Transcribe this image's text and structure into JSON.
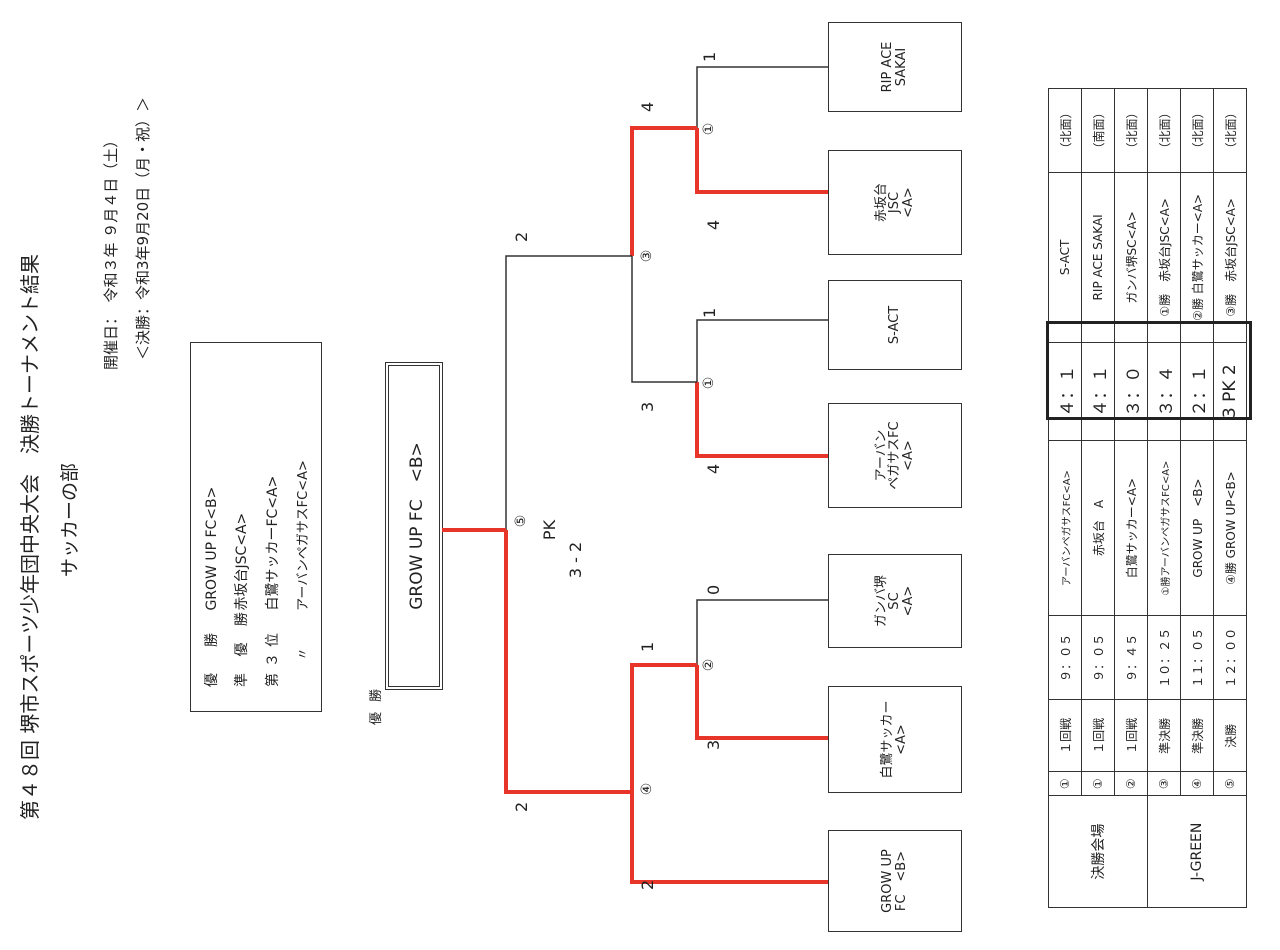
{
  "header": {
    "title": "第４８回 堺市スポーツ少年団中央大会　決勝トーナメント結果",
    "subtitle": "サッカーの部",
    "date_line": "開催日：　令和３年 ９月４日（土）",
    "final_date_line": "＜決勝：令和3年9月20日（月・祝）＞"
  },
  "summary": {
    "rows": [
      {
        "rank": "優　勝",
        "team": "GROW UP FC<B>"
      },
      {
        "rank": "準 優 勝",
        "team": "赤坂台JSC<A>"
      },
      {
        "rank": "第３位",
        "team": "白鷺サッカーFC<A>"
      },
      {
        "rank": "〃",
        "team": "アーバンペガサスFC<A>"
      }
    ]
  },
  "champion": {
    "label": "優 勝",
    "team": "GROW UP FC　<B>"
  },
  "final_pk": {
    "label": "PK",
    "score": "3 - 2"
  },
  "teams": [
    {
      "id": "rip",
      "lines": [
        "RIP ACE",
        "SAKAI"
      ]
    },
    {
      "id": "akasakadai",
      "lines": [
        "赤坂台",
        "JSC",
        "<A>"
      ]
    },
    {
      "id": "sact",
      "lines": [
        "S-ACT"
      ]
    },
    {
      "id": "urban",
      "lines": [
        "アーバン",
        "ペガサスFC",
        "<A>"
      ]
    },
    {
      "id": "ganba",
      "lines": [
        "ガンバ堺",
        "SC",
        "<A>"
      ]
    },
    {
      "id": "shirasagi",
      "lines": [
        "白鷺サッカー",
        "<A>"
      ]
    },
    {
      "id": "growup",
      "lines": [
        "GROW UP",
        "FC　<B>"
      ]
    }
  ],
  "bracket": {
    "match_labels": {
      "m1a": "①",
      "m1b": "①",
      "m2": "②",
      "m3": "③",
      "m4": "④",
      "m5": "⑤"
    },
    "scores": {
      "rip": "1",
      "akasakadai": "4",
      "sact": "1",
      "urban": "4",
      "ganba": "0",
      "shirasagi": "3",
      "growup": "2",
      "m3_top": "4",
      "m3_bottom": "3",
      "m4_top": "1",
      "m4_bottom": "2",
      "final_top": "2",
      "final_bottom": "2"
    },
    "winner_color": "#e8352a"
  },
  "schedule": {
    "venue_label": "決勝会場",
    "venue_name": "J-GREEN",
    "rows": [
      {
        "no": "①",
        "round": "１回戦",
        "time": "９：０５",
        "home": "アーバンペガサスFC<A>",
        "result": "４：１",
        "away": "S-ACT",
        "field": "（北面）"
      },
      {
        "no": "①",
        "round": "１回戦",
        "time": "９：０５",
        "home": "赤坂台　A",
        "result": "４：１",
        "away": "RIP ACE SAKAI",
        "field": "（南面）"
      },
      {
        "no": "②",
        "round": "１回戦",
        "time": "９：４５",
        "home": "白鷺サッカー<A>",
        "result": "３：０",
        "away": "ガンバ堺SC<A>",
        "field": "（北面）"
      },
      {
        "no": "③",
        "round": "準決勝",
        "time": "１０：２５",
        "home": "①勝アーバンペガサスFC<A>",
        "result": "３：４",
        "away": "①勝　赤坂台JSC<A>",
        "field": "（北面）"
      },
      {
        "no": "④",
        "round": "準決勝",
        "time": "１１：０５",
        "home": "GROW UP　<B>",
        "result": "２：１",
        "away": "②勝 白鷺サッカー<A>",
        "field": "（北面）"
      },
      {
        "no": "⑤",
        "round": "決勝",
        "time": "１２：００",
        "home": "④勝 GROW UP<B>",
        "result": "3 PK 2",
        "away": "③勝　赤坂台JSC<A>",
        "field": "（北面）"
      }
    ]
  }
}
